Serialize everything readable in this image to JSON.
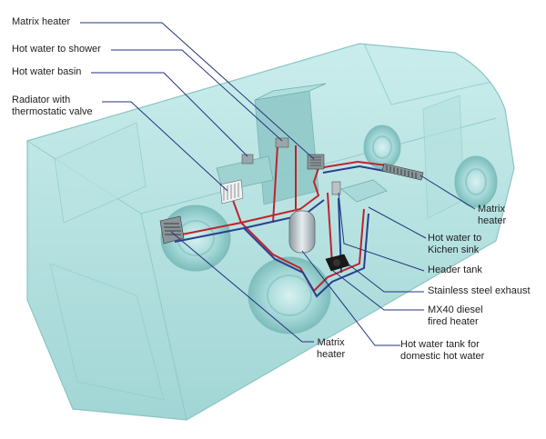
{
  "labels": {
    "matrix_heater_top": "Matrix heater",
    "hot_water_shower": "Hot water to shower",
    "hot_water_basin": "Hot water basin",
    "radiator": "Radiator with\nthermostatic valve",
    "matrix_heater_right": "Matrix\nheater",
    "hot_water_kitchen": "Hot water to\nKichen sink",
    "header_tank": "Header tank",
    "exhaust": "Stainless steel exhaust",
    "diesel_heater": "MX40 diesel\nfired heater",
    "matrix_heater_bottom": "Matrix\nheater",
    "hot_water_tank": "Hot water tank for\ndomestic hot water"
  },
  "colors": {
    "van_body": "#a9dedd",
    "van_edge": "#7fbfbe",
    "pipe_hot": "#c0222e",
    "pipe_cold": "#2b3f8f",
    "leader": "#24337c",
    "component": "#7a8a90"
  }
}
